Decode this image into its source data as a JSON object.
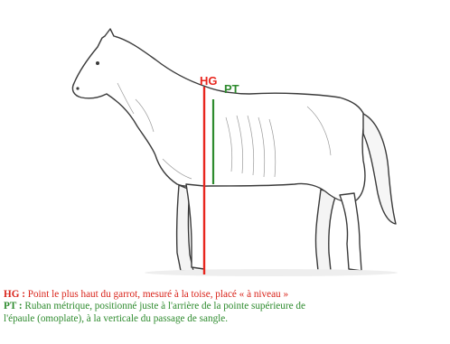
{
  "labels": {
    "hg": "HG",
    "pt": "PT"
  },
  "legend": {
    "hg_key": "HG :",
    "hg_text": " Point le plus haut du garrot, mesuré à la toise, placé « à niveau »",
    "pt_key": "PT :",
    "pt_text_line1": " Ruban métrique, positionné juste à l'arrière de la pointe supérieure de",
    "pt_text_line2": "l'épaule (omoplate), à la verticale du passage de sangle."
  },
  "colors": {
    "hg": "#e8261e",
    "pt": "#2e8b2e",
    "ink": "#3a3a3a"
  }
}
